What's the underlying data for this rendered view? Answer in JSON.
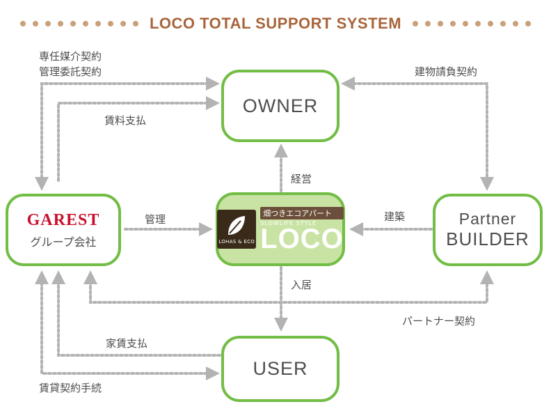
{
  "title": "LOCO TOTAL SUPPORT SYSTEM",
  "colors": {
    "green": "#72bd45",
    "arrow": "#b3b3b3",
    "title": "#a8643a",
    "dot": "#c9a07a",
    "garest_red": "#c8102e",
    "loco_bg": "#c9e3a4"
  },
  "nodes": {
    "owner": "OWNER",
    "user": "USER",
    "builder_line1": "Partner",
    "builder_line2": "BUILDER",
    "garest_logo": "GAREST",
    "garest_sub": "グループ会社",
    "loco_top": "畑つきエコアパート",
    "loco_style": "SLOWLIFE STYLE",
    "loco_mark": "LOHAS & ECO",
    "loco_word": "LOCO"
  },
  "edge_labels": {
    "senin": "専任媒介契約",
    "kanri_itaku": "管理委託契約",
    "chinryo": "賃料支払",
    "tatemono": "建物請負契約",
    "keiei": "経営",
    "kanri": "管理",
    "kenchiku": "建築",
    "nyukyo": "入居",
    "partner_keiyaku": "パートナー契約",
    "yachin": "家賃支払",
    "chintai": "賃貸契約手続"
  }
}
